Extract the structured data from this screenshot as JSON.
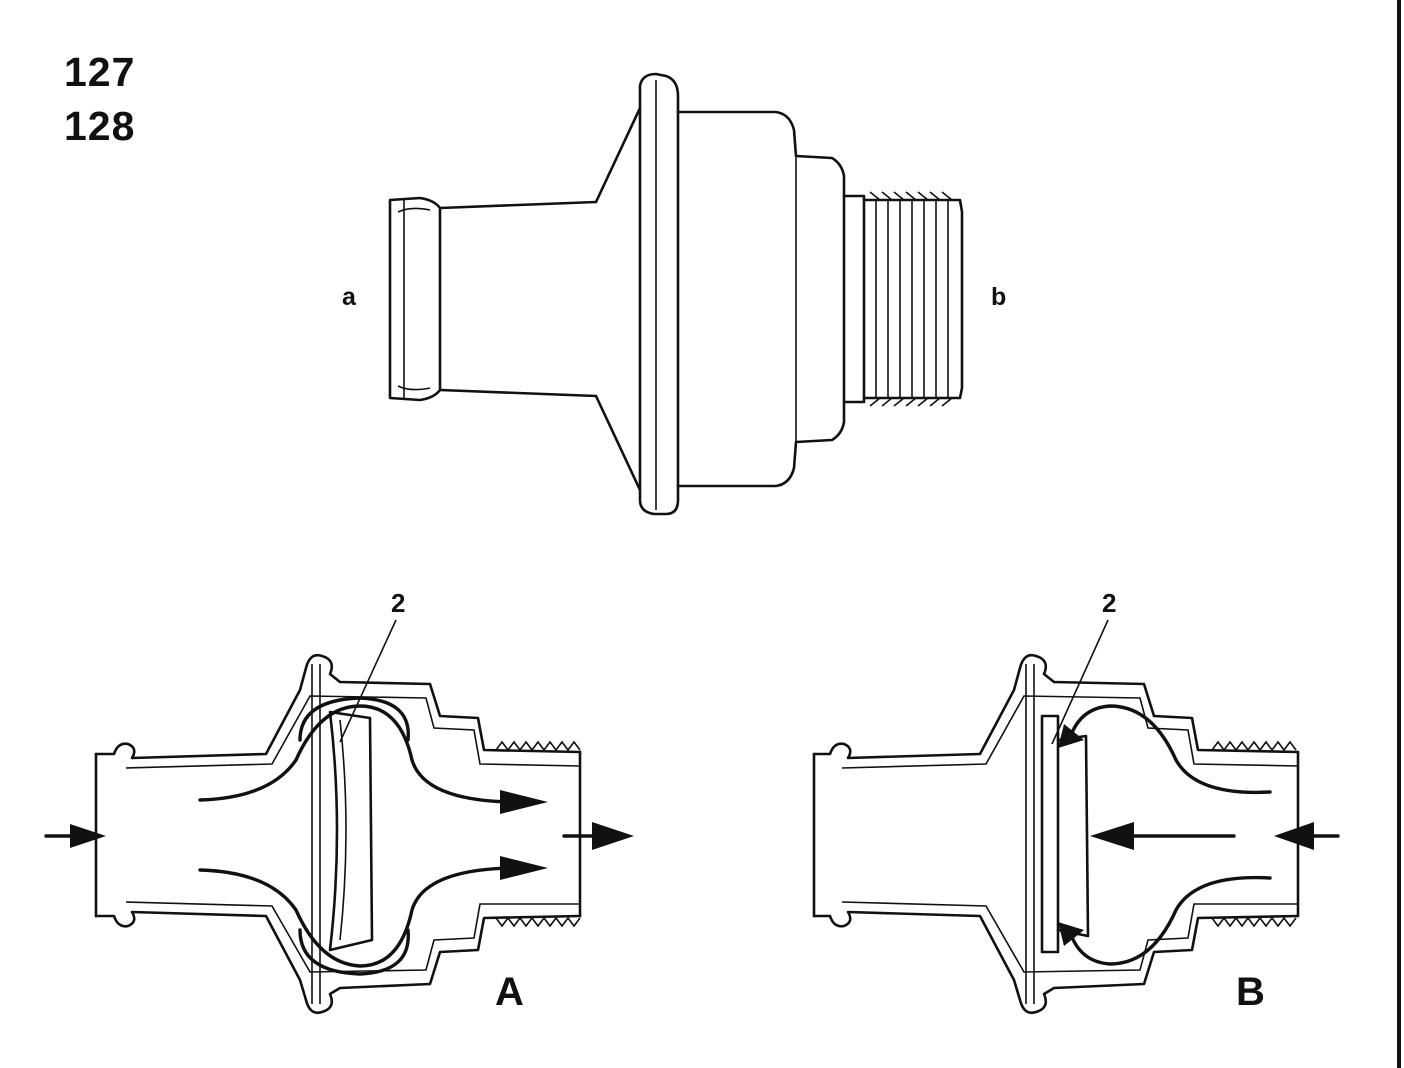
{
  "figure_numbers": [
    "127",
    "128"
  ],
  "top_view": {
    "left_port_label": "a",
    "right_port_label": "b"
  },
  "view_a": {
    "view_label": "A",
    "callout_label": "2"
  },
  "view_b": {
    "view_label": "B",
    "callout_label": "2"
  },
  "colors": {
    "line": "#111111",
    "background": "#ffffff"
  }
}
